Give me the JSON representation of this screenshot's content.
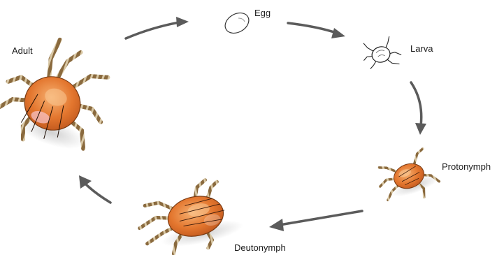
{
  "stages": {
    "egg": "Egg",
    "larva": "Larva",
    "protonymph": "Protonymph",
    "deutonymph": "Deutonymph",
    "adult": "Adult"
  },
  "colors": {
    "body": "#e0702a",
    "body_highlight": "#f4a664",
    "leg": "#8a6a3e",
    "leg_band": "#d8c7a4",
    "arrow": "#5b5b5b"
  },
  "icons": {
    "egg": "egg-icon",
    "larva": "larva-mite-icon",
    "protonymph": "protonymph-mite-icon",
    "deutonymph": "deutonymph-mite-icon",
    "adult": "adult-mite-icon",
    "arrow": "cycle-arrow-icon"
  }
}
